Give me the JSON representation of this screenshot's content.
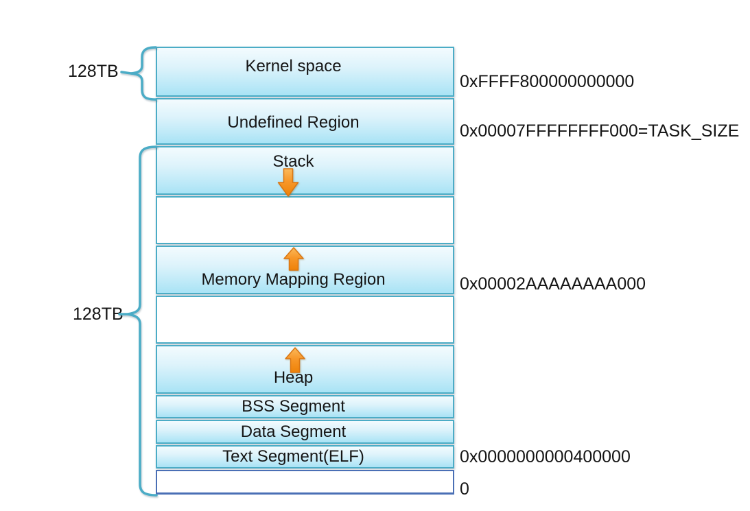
{
  "diagram": {
    "left_labels": {
      "kernel_size": "128TB",
      "user_size": "128TB"
    },
    "regions": {
      "kernel_space": "Kernel space",
      "undefined_region": "Undefined Region",
      "stack": "Stack",
      "memory_mapping_region": "Memory Mapping Region",
      "heap": "Heap",
      "bss_segment": "BSS Segment",
      "data_segment": "Data Segment",
      "text_segment": "Text Segment(ELF)"
    },
    "addresses": {
      "kernel_space_base": "0xFFFF800000000000",
      "task_size": "0x00007FFFFFFFF000=TASK_SIZE",
      "memory_mapping_base": "0x00002AAAAAAAA000",
      "text_segment_base": "0x0000000000400000",
      "zero": "0"
    },
    "icons": {
      "stack_growth": "down-arrow",
      "memory_mapping_growth": "up-arrow",
      "heap_growth": "up-arrow"
    },
    "colors": {
      "region_border": "#4BACC6",
      "region_fill_top": "#F3FBFE",
      "region_fill_bottom": "#A9E3F5",
      "bottom_region_border": "#4A6FB5",
      "arrow_fill_light": "#FBBA5C",
      "arrow_fill_dark": "#EE8208",
      "arrow_outline": "#D97613",
      "text": "#151515"
    }
  }
}
